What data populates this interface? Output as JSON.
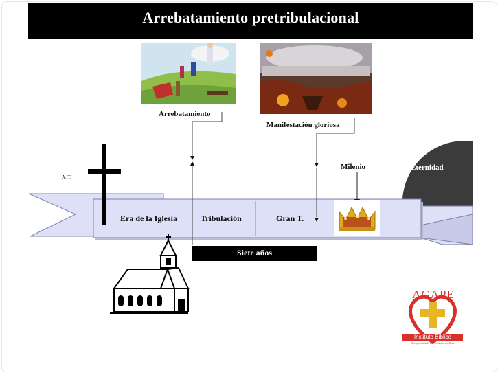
{
  "title": "Arrebatamiento pretribulacional",
  "labels": {
    "at": "A. T.",
    "arrebatamiento": "Arrebatamiento",
    "manifestacion": "Manifestación gloriosa",
    "milenio": "Milenio",
    "eternidad": "Eternidad",
    "siete_anos": "Siete años"
  },
  "band": {
    "era": "Era de la Iglesia",
    "tribulacion": "Tribulación",
    "gran": "Gran T."
  },
  "logo": {
    "name": "AGAPE",
    "sub": "Instituto Bíblico",
    "motto": "Comprometido con el amor de Dios"
  },
  "colors": {
    "band": "#dde0f6",
    "band_border": "#7f7fa8",
    "title_bar": "#000000",
    "eternity": "#3b3b3b",
    "logo_red": "#d9302c",
    "cross_gold": "#e8b524"
  }
}
